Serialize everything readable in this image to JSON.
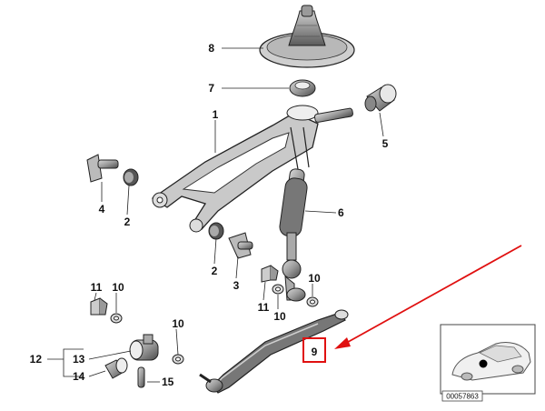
{
  "callouts": {
    "c1": "1",
    "c2a": "2",
    "c2b": "2",
    "c3": "3",
    "c4": "4",
    "c5": "5",
    "c6": "6",
    "c7": "7",
    "c8": "8",
    "c9": "9",
    "c10a": "10",
    "c10b": "10",
    "c10c": "10",
    "c10d": "10",
    "c11a": "11",
    "c11b": "11",
    "c12": "12",
    "c13": "13",
    "c14": "14",
    "c15": "15"
  },
  "inset": {
    "reference": "00057863"
  },
  "highlight": {
    "part": "9",
    "color": "#e01010"
  },
  "icons": [
    "shift-boot",
    "bushing",
    "shift-lever",
    "selector-rod",
    "car-silhouette"
  ]
}
